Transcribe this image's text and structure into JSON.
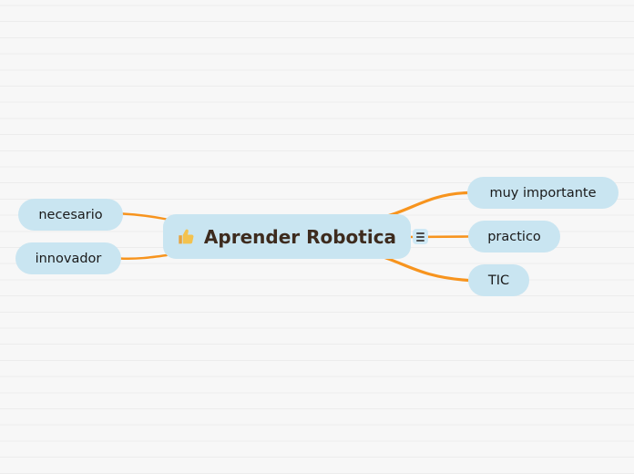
{
  "canvas": {
    "background_color": "#f7f7f7",
    "ruled_line_color": "#ececec",
    "connector_color": "#f7941e",
    "node_fill_color": "#c9e5f1"
  },
  "mindmap": {
    "root": {
      "label": "Aprender Robotica",
      "icon": "thumbs-up",
      "text_color": "#3d2b1e"
    },
    "left_branches": [
      {
        "label": "necesario"
      },
      {
        "label": "innovador"
      }
    ],
    "right_branches": [
      {
        "label": "muy importante"
      },
      {
        "label": "practico"
      },
      {
        "label": "TIC"
      }
    ],
    "branch_text_color": "#1a1a1a"
  },
  "controls": {
    "root_menu_icon": "hamburger-menu"
  }
}
